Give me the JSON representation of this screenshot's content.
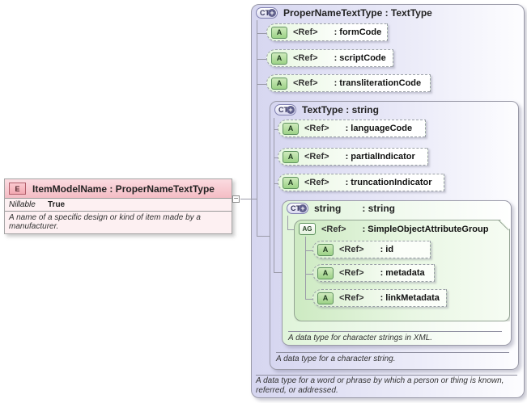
{
  "element": {
    "icon": "E",
    "title": "ItemModelName : ProperNameTextType",
    "fact_label": "Nillable",
    "fact_value": "True",
    "annotation": "A name of a specific design or kind of item made by a manufacturer."
  },
  "toggle_glyph": "−",
  "icons": {
    "complex_type": "CT",
    "plus": "+",
    "attribute": "A",
    "attribute_group": "AG"
  },
  "proper_name_text_type": {
    "title": "ProperNameTextType : TextType",
    "attributes": [
      {
        "ref": "<Ref>",
        "name": ": formCode"
      },
      {
        "ref": "<Ref>",
        "name": ": scriptCode"
      },
      {
        "ref": "<Ref>",
        "name": ": transliterationCode"
      }
    ],
    "annotation": "A data type for a word or phrase by which a person or thing is known, referred, or addressed."
  },
  "text_type": {
    "title": "TextType : string",
    "attributes": [
      {
        "ref": "<Ref>",
        "name": ": languageCode"
      },
      {
        "ref": "<Ref>",
        "name": ": partialIndicator"
      },
      {
        "ref": "<Ref>",
        "name": ": truncationIndicator"
      }
    ],
    "annotation": "A data type for a character string."
  },
  "string_type": {
    "title_name": "string",
    "title_type": ": string",
    "attribute_group": {
      "ref": "<Ref>",
      "name": ": SimpleObjectAttributeGroup",
      "attributes": [
        {
          "ref": "<Ref>",
          "name": ": id"
        },
        {
          "ref": "<Ref>",
          "name": ": metadata"
        },
        {
          "ref": "<Ref>",
          "name": ": linkMetadata"
        }
      ]
    },
    "annotation": "A data type for character strings in XML."
  },
  "colors": {
    "complex_type_fill": "#d6d6f0",
    "string_type_fill": "#e0f4da",
    "attribute_group_fill": "#cdeac2",
    "element_header_fill": "#f4bdc5",
    "connector": "#9a9aa8"
  }
}
